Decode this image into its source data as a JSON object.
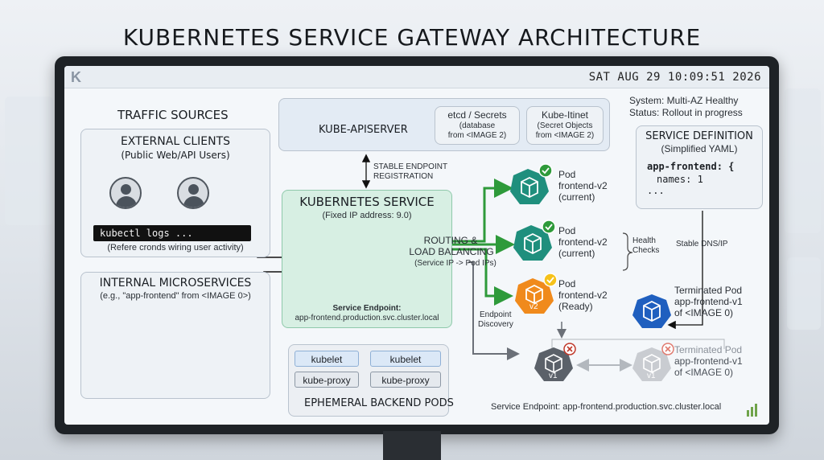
{
  "title": "KUBERNETES SERVICE GATEWAY ARCHITECTURE",
  "datetime": "SAT AUG 29 10:09:51 2026",
  "status": {
    "system": "System: Multi-AZ Healthy",
    "rollout": "Status: Rollout in progress"
  },
  "traffic_sources": {
    "heading": "TRAFFIC SOURCES",
    "external": {
      "title": "EXTERNAL CLIENTS",
      "subtitle": "(Public Web/API Users)",
      "command": "kubectl logs ...",
      "note": "(Refere cronds wiring user activity)"
    },
    "internal": {
      "title": "INTERNAL MICROSERVICES",
      "subtitle": "(e.g., \"app-frontend\" from <IMAGE 0>)"
    }
  },
  "apiserver": {
    "label": "KUBE-APISERVER",
    "etcd": {
      "title": "etcd / Secrets",
      "line1": "(database",
      "line2": "from <IMAGE 2)"
    },
    "kubeitnet": {
      "title": "Kube-Itinet",
      "line1": "(Secret Objects",
      "line2": "from <IMAGE 2)"
    }
  },
  "registration": {
    "line1": "STABLE ENDPOINT",
    "line2": "REGISTRATION"
  },
  "service": {
    "title": "KUBERNETES SERVICE",
    "subtitle": "(Fixed IP address: 9.0)",
    "endpoint_label": "Service Endpoint:",
    "endpoint": "app-frontend.production.svc.cluster.local"
  },
  "routing": {
    "line1": "ROUTING &",
    "line2": "LOAD BALANCING",
    "line3": "(Service IP -> Pod IPs)"
  },
  "health_checks": {
    "line1": "Health",
    "line2": "Checks"
  },
  "endpoint_discovery": {
    "line1": "Endpoint",
    "line2": "Discovery"
  },
  "pods": [
    {
      "line1": "Pod",
      "line2": "frontend-v2",
      "line3": "(current)"
    },
    {
      "line1": "Pod",
      "line2": "frontend-v2",
      "line3": "(current)"
    },
    {
      "line1": "Pod",
      "line2": "frontend-v2",
      "line3": "(Ready)",
      "badge": "v2"
    }
  ],
  "terminated_v1": {
    "line1": "Terminated Pod",
    "line2": "app-frontend-v1",
    "line3": "of <IMAGE 0)"
  },
  "terminated_v1_faded": {
    "line1": "Terminated Pod",
    "line2": "app-frontend-v1",
    "line3": "of <IMAGE 0)"
  },
  "v1_labels": {
    "main": "v1",
    "faded": "v1"
  },
  "service_definition": {
    "title": "SERVICE DEFINITION",
    "subtitle": "(Simplified YAML)",
    "code1": "app-frontend: {",
    "code2": "names: 1",
    "code3": "..."
  },
  "stable_dns": "Stable DNS/IP",
  "nodes": [
    {
      "kubelet": "kubelet",
      "proxy": "kube-proxy"
    },
    {
      "kubelet": "kubelet",
      "proxy": "kube-proxy"
    }
  ],
  "backend_pods": "EPHEMERAL BACKEND PODS",
  "footer_endpoint": "Service Endpoint: app-frontend.production.svc.cluster.local",
  "colors": {
    "teal": "#1f8f7d",
    "green_arrow": "#2e9a3a",
    "blue_hex": "#1f5fbf",
    "orange": "#f08a1c",
    "gray_pod": "#5b6169"
  }
}
